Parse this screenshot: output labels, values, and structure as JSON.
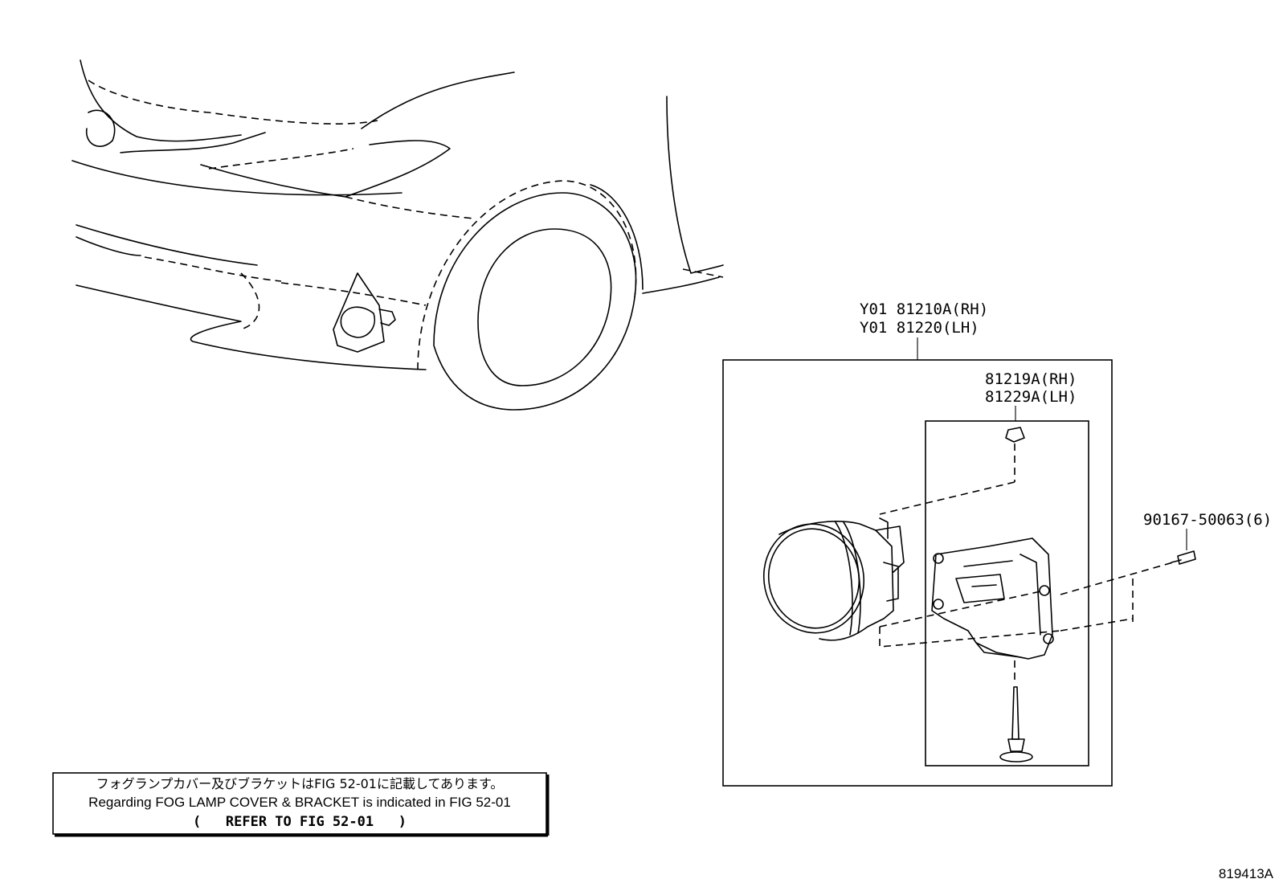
{
  "assembly": {
    "label_rh": "Y01 81210A(RH)",
    "label_lh": "Y01 81220(LH)"
  },
  "bracket": {
    "label_rh": "81219A(RH)",
    "label_lh": "81229A(LH)"
  },
  "screw": {
    "label": "90167-50063(6)"
  },
  "note": {
    "line_jp": "フォグランプカバー及びブラケットはFIG 52-01に記載してあります。",
    "line_en": "Regarding FOG LAMP COVER & BRACKET is indicated in FIG 52-01",
    "line_ref": "(   REFER TO FIG 52-01   )"
  },
  "figure_id": "819413A"
}
